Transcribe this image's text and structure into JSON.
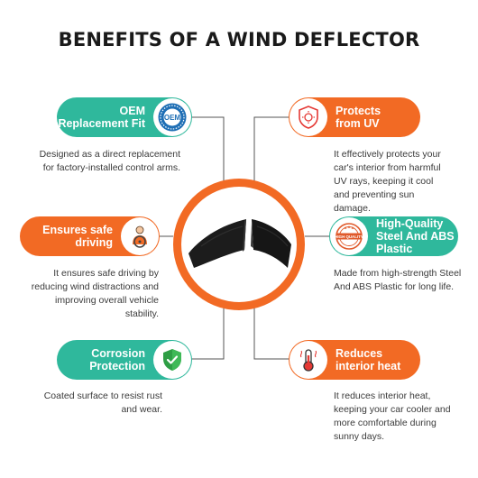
{
  "title": "BENEFITS OF A WIND DEFLECTOR",
  "benefits": [
    {
      "title": "OEM\nReplacement Fit",
      "badge_text": "OEM",
      "description": "Designed as a direct replacement for factory-installed control arms.",
      "icon": "oem-badge-icon",
      "color": "#2fb89c"
    },
    {
      "title": "Protects\nfrom UV",
      "description": "It effectively protects your car's interior from harmful UV rays, keeping it cool and preventing sun damage.",
      "icon": "uv-shield-icon",
      "color": "#f26a24"
    },
    {
      "title": "Ensures safe\ndriving",
      "description": "It ensures safe driving by reducing wind distractions and improving overall vehicle stability.",
      "icon": "driver-steering-icon",
      "color": "#f26a24"
    },
    {
      "title": "High-Quality\nSteel And ABS\nPlastic",
      "badge_text": "HIGH QUALITY",
      "description": "Made from high-strength Steel And ABS Plastic for long life.",
      "icon": "high-quality-stamp-icon",
      "color": "#2fb89c"
    },
    {
      "title": "Corrosion\nProtection",
      "description": "Coated surface to resist rust and wear.",
      "icon": "shield-check-icon",
      "color": "#2fb89c"
    },
    {
      "title": "Reduces\ninterior heat",
      "description": "It reduces interior heat, keeping your car cooler and more comfortable during sunny days.",
      "icon": "thermometer-icon",
      "color": "#f26a24"
    }
  ],
  "colors": {
    "teal": "#2fb89c",
    "orange": "#f26a24",
    "connector": "#555555"
  }
}
